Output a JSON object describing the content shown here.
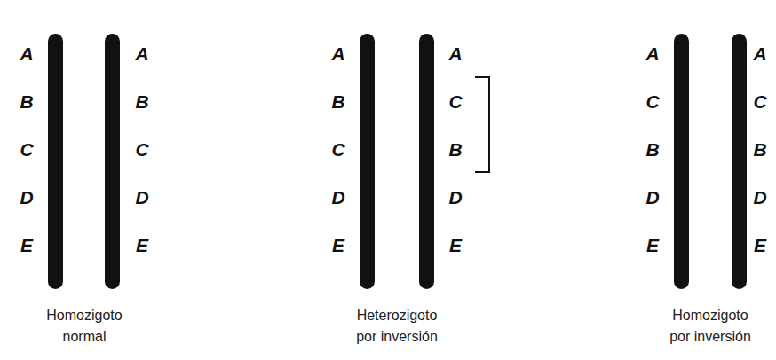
{
  "diagram": {
    "labels": [
      "A",
      "B",
      "C",
      "D",
      "E",
      "A",
      "B",
      "C",
      "D",
      "E",
      "Homozigoto normal",
      "A",
      "B",
      "C",
      "D",
      "E",
      "A",
      "C",
      "B",
      "D",
      "E",
      "Heterozigoto por inversión",
      "A",
      "C",
      "B",
      "D",
      "E",
      "A",
      "C",
      "B",
      "D",
      "E",
      "Homozigoto por inversión"
    ]
  }
}
